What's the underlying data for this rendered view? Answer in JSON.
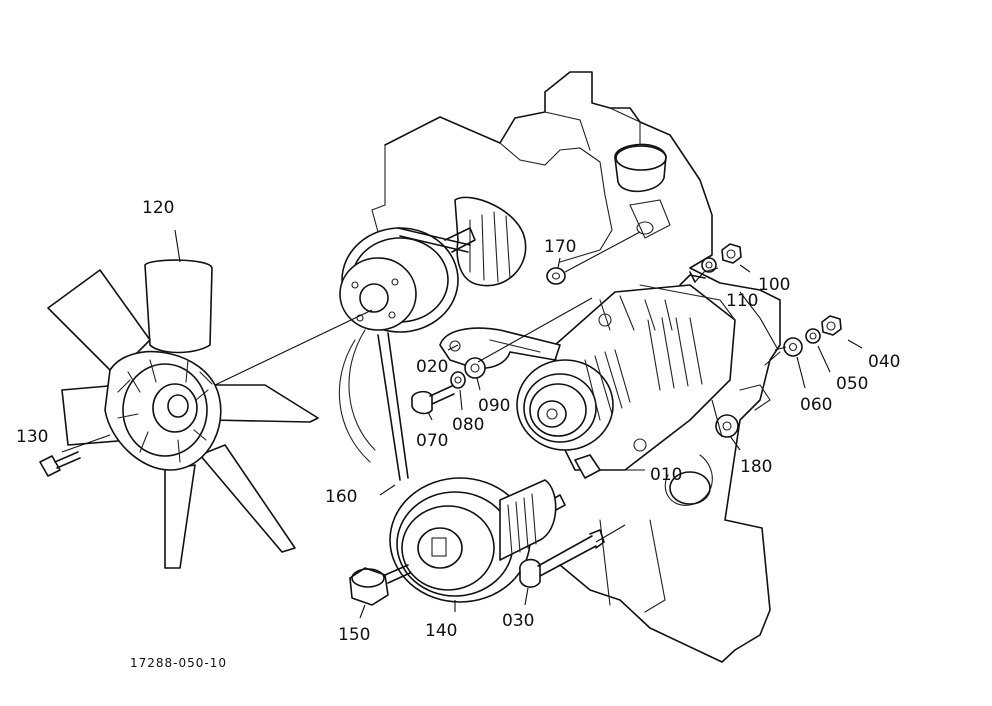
{
  "callouts": [
    {
      "id": "010",
      "label": "010"
    },
    {
      "id": "020",
      "label": "020"
    },
    {
      "id": "030",
      "label": "030"
    },
    {
      "id": "040",
      "label": "040"
    },
    {
      "id": "050",
      "label": "050"
    },
    {
      "id": "060",
      "label": "060"
    },
    {
      "id": "070",
      "label": "070"
    },
    {
      "id": "080",
      "label": "080"
    },
    {
      "id": "090",
      "label": "090"
    },
    {
      "id": "100",
      "label": "100"
    },
    {
      "id": "110",
      "label": "110"
    },
    {
      "id": "120",
      "label": "120"
    },
    {
      "id": "130",
      "label": "130"
    },
    {
      "id": "140",
      "label": "140"
    },
    {
      "id": "150",
      "label": "150"
    },
    {
      "id": "160",
      "label": "160"
    },
    {
      "id": "170",
      "label": "170"
    },
    {
      "id": "180",
      "label": "180"
    }
  ],
  "figure_id": "17288-050-10"
}
